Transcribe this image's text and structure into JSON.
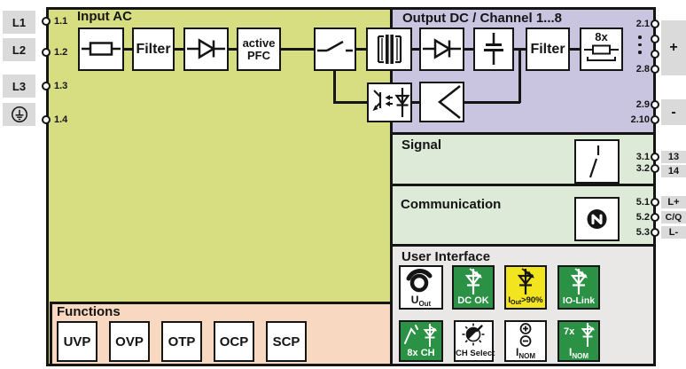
{
  "left_rail": {
    "phase_labels": [
      "L1",
      "L2",
      "L3"
    ],
    "pins": [
      "1.1",
      "1.2",
      "1.3",
      "1.4"
    ]
  },
  "input_ac": {
    "title": "Input AC",
    "filter_label": "Filter",
    "pfc_line1": "active",
    "pfc_line2": "PFC"
  },
  "output_dc": {
    "title": "Output DC / Channel 1...8",
    "filter_label": "Filter",
    "fuse_multi_label": "8x",
    "plus_pin_first": "2.1",
    "plus_pin_last": "2.8",
    "plus_badge": "+",
    "minus_pin_1": "2.9",
    "minus_pin_2": "2.10",
    "minus_badge": "-"
  },
  "signal": {
    "title": "Signal",
    "pin_1": "3.1",
    "badge_1": "13",
    "pin_2": "3.2",
    "badge_2": "14"
  },
  "communication": {
    "title": "Communication",
    "pin_1": "5.1",
    "badge_1": "L+",
    "pin_2": "5.2",
    "badge_2": "C/Q",
    "pin_3": "5.3",
    "badge_3": "L-"
  },
  "user_interface": {
    "title": "User Interface",
    "tiles": [
      {
        "name": "uout",
        "main": "U",
        "sub": "Out"
      },
      {
        "name": "dc-ok",
        "label": "DC OK"
      },
      {
        "name": "iout90",
        "main": "I",
        "sub": "Out",
        "suffix": ">90%"
      },
      {
        "name": "io-link",
        "label": "IO-Link"
      },
      {
        "name": "8x-ch",
        "label": "8x CH"
      },
      {
        "name": "ch-select",
        "label": "CH Select"
      },
      {
        "name": "inom",
        "main": "I",
        "sub": "NOM"
      },
      {
        "name": "7x-inom",
        "prefix": "7x",
        "main": "I",
        "sub": "NOM"
      }
    ]
  },
  "functions": {
    "title": "Functions",
    "blocks": [
      "UVP",
      "OVP",
      "OTP",
      "OCP",
      "SCP"
    ]
  },
  "colors": {
    "input_bg": "#d6de81",
    "output_bg": "#c9c5e1",
    "signal_bg": "#dcead7",
    "communication_bg": "#dcead7",
    "ui_bg": "#e9e8e6",
    "functions_bg": "#f8d8c0",
    "badge_bg": "#dadada",
    "tile_green": "#2b9144",
    "tile_yellow": "#f2e41f",
    "line": "#151515"
  }
}
